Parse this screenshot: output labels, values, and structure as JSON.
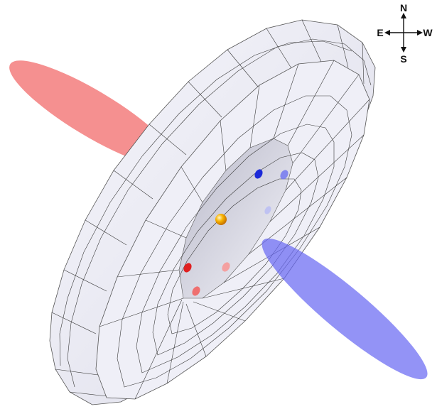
{
  "compass": {
    "north": "N",
    "south": "S",
    "east": "E",
    "west": "W"
  },
  "colors": {
    "jet_red": "#f26b6b",
    "jet_blue": "#6a6af2",
    "torus_face": "#eeeef6",
    "torus_shadow": "#c9c9d9",
    "grid_line": "#3a3a3a",
    "central_source": "#f4a300",
    "blob_red": "#e02020",
    "blob_blue": "#1c2ad8"
  },
  "elements": {
    "central_source": "orange-sphere",
    "torus": "grey-ring-with-grid",
    "jets": [
      "red-cone",
      "blue-cone"
    ],
    "clouds": [
      "red-cloud",
      "red-cloud",
      "red-cloud",
      "blue-cloud",
      "blue-cloud",
      "blue-cloud"
    ]
  }
}
